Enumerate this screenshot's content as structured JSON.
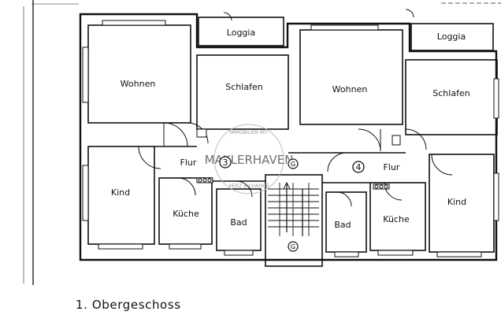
{
  "floor_plan": {
    "caption": "1. Obergeschoss",
    "watermark": {
      "brand": "MAKLERHAVEN",
      "arc_top": "IMMOBILIEN MIT",
      "arc_bottom": "HERZ & CHARME"
    },
    "rooms": [
      {
        "id": "loggia-left",
        "label": "Loggia"
      },
      {
        "id": "wohnen-left",
        "label": "Wohnen"
      },
      {
        "id": "schlafen-left",
        "label": "Schlafen"
      },
      {
        "id": "flur-left",
        "label": "Flur"
      },
      {
        "id": "kind-left",
        "label": "Kind"
      },
      {
        "id": "kueche-left",
        "label": "Küche"
      },
      {
        "id": "bad-left",
        "label": "Bad"
      },
      {
        "id": "loggia-right",
        "label": "Loggia"
      },
      {
        "id": "wohnen-right",
        "label": "Wohnen"
      },
      {
        "id": "schlafen-right",
        "label": "Schlafen"
      },
      {
        "id": "flur-right",
        "label": "Flur"
      },
      {
        "id": "kind-right",
        "label": "Kind"
      },
      {
        "id": "kueche-right",
        "label": "Küche"
      },
      {
        "id": "bad-right",
        "label": "Bad"
      }
    ],
    "unit_markers": [
      {
        "id": "unit-3",
        "label": "3"
      },
      {
        "id": "unit-4",
        "label": "4"
      }
    ],
    "gas_markers": [
      {
        "id": "gas-flur",
        "label": "G"
      },
      {
        "id": "gas-stair",
        "label": "G"
      }
    ]
  }
}
